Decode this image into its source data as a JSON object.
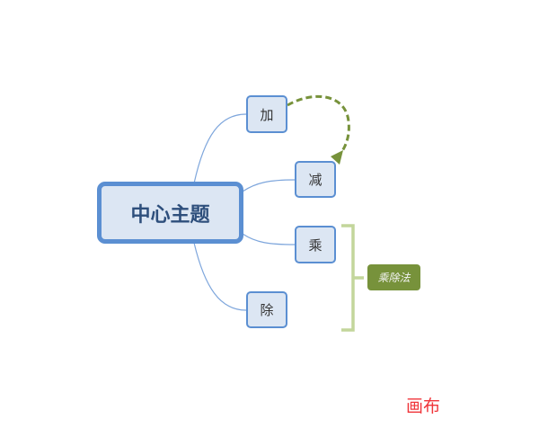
{
  "mindmap": {
    "central_topic": "中心主题",
    "subtopics": [
      "加",
      "减",
      "乘",
      "除"
    ],
    "summary_label": "乘除法",
    "relationship": {
      "from": "加",
      "to": "减"
    }
  },
  "canvas_label": "画布",
  "colors": {
    "node_fill": "#dce6f3",
    "node_border": "#5b8fd2",
    "link": "#7ea6dc",
    "relationship": "#77923b",
    "summary_fill": "#77923b",
    "bracket": "#c3d69b",
    "canvas_label": "#f0353a"
  }
}
